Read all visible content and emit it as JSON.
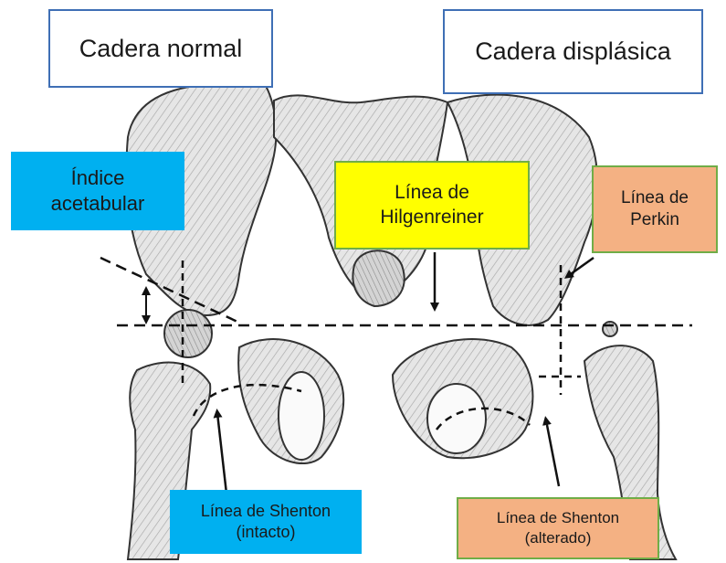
{
  "labels": {
    "normal_hip": "Cadera normal",
    "dysplastic_hip": "Cadera displásica",
    "acetabular_index": [
      "Índice",
      "acetabular"
    ],
    "hilgenreiner_line": [
      "Línea de",
      "Hilgenreiner"
    ],
    "perkin_line": [
      "Línea de",
      "Perkin"
    ],
    "shenton_intact": [
      "Línea de Shenton",
      "(intacto)"
    ],
    "shenton_altered": [
      "Línea de Shenton",
      "(alterado)"
    ]
  },
  "colors": {
    "blue_box": "#00b0f0",
    "yellow_box": "#ffff00",
    "orange_box": "#f4b183",
    "box_border_blue": "#3f6fb5",
    "box_border_green": "#70ad47"
  }
}
